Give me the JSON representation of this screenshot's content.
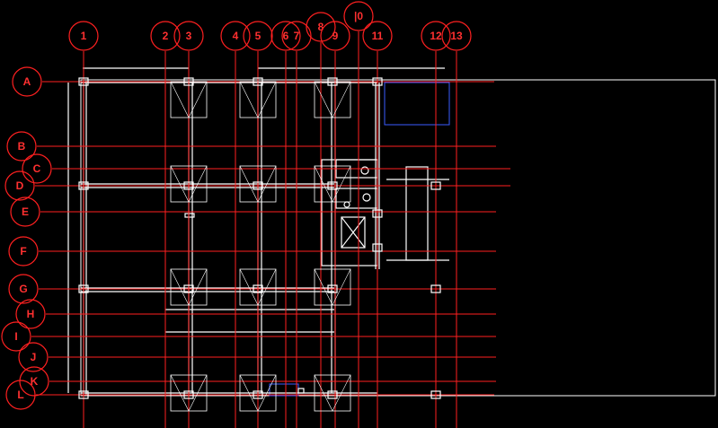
{
  "drawing": {
    "background_color": "#000000",
    "grid_line_color": "#ff2020",
    "wall_color": "#ffffff",
    "detail_color": "#3a5cff",
    "column_axes": [
      "1",
      "2",
      "3",
      "4",
      "5",
      "6",
      "7",
      "8",
      "9",
      "|0",
      "11",
      "12",
      "13"
    ],
    "row_axes": [
      "A",
      "B",
      "C",
      "D",
      "E",
      "F",
      "G",
      "H",
      "I",
      "J",
      "K",
      "L"
    ]
  }
}
